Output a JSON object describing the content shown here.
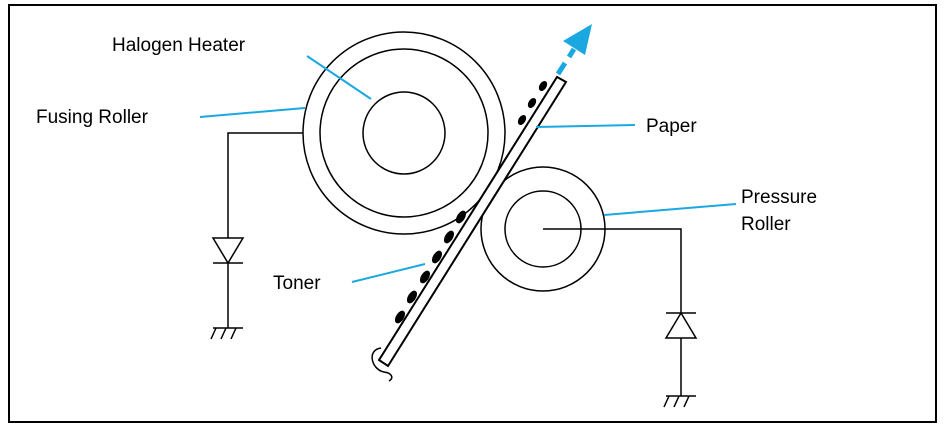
{
  "diagram": {
    "labels": {
      "halogen_heater": "Halogen Heater",
      "fusing_roller": "Fusing Roller",
      "paper": "Paper",
      "pressure_roller_line1": "Pressure",
      "pressure_roller_line2": "Roller",
      "toner": "Toner"
    },
    "colors": {
      "leader": "#1ba8e0",
      "arrow": "#1ba8e0",
      "line": "#000000",
      "background": "#ffffff"
    },
    "icons": [
      "diode-icon",
      "ground-icon",
      "paper-direction-arrow-icon"
    ]
  }
}
